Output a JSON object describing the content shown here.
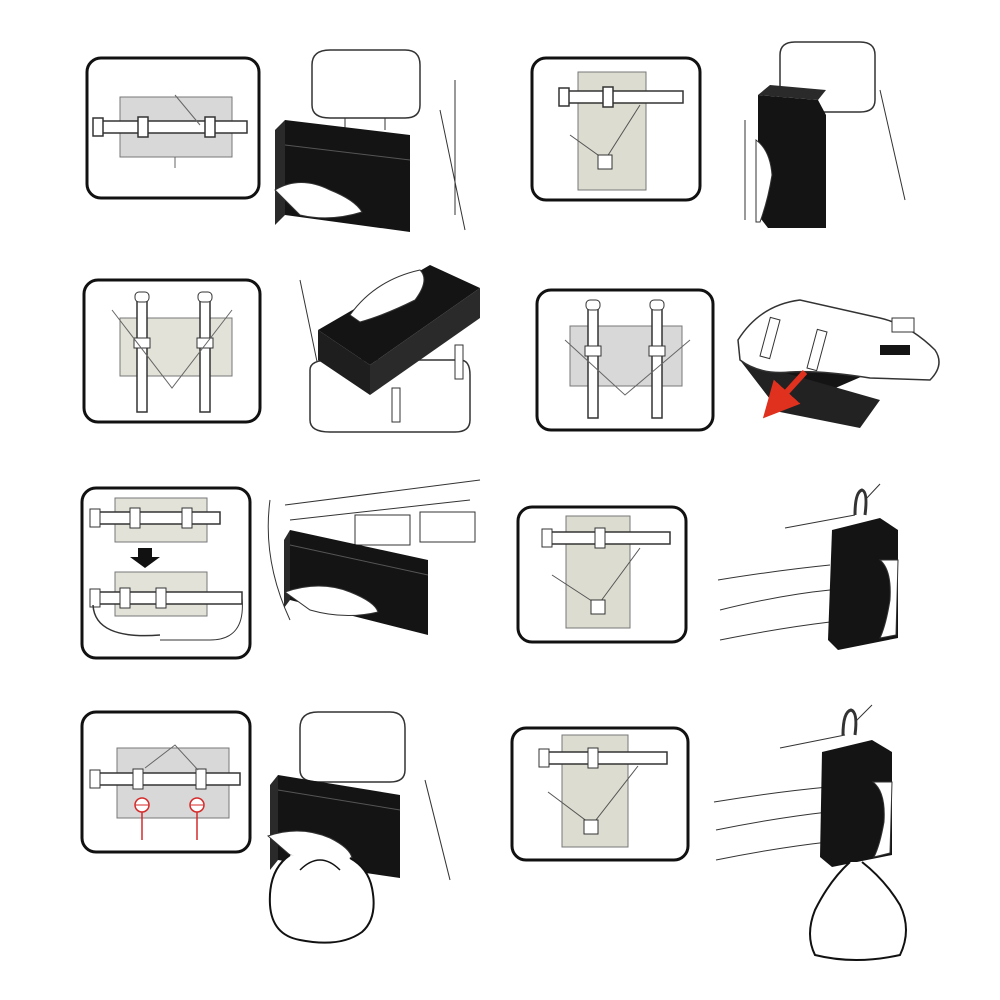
{
  "image": {
    "description_visible_text": [],
    "colors": {
      "ink": "#111111",
      "panel_fill": "#d8d8d8",
      "strap": "#ffffff",
      "box": "#141414",
      "arrow_red": "#e0301e",
      "accent_red": "#d42a2a"
    },
    "steps": [
      {
        "id": "step-1",
        "method": "headrest-strap-horizontal"
      },
      {
        "id": "step-2",
        "method": "headrest-strap-vertical-box"
      },
      {
        "id": "step-3",
        "method": "two-straps-seat-mount"
      },
      {
        "id": "step-4",
        "method": "two-straps-visor-mount"
      },
      {
        "id": "step-5",
        "method": "strap-loop-dashboard"
      },
      {
        "id": "step-6",
        "method": "hook-hanging-box"
      },
      {
        "id": "step-7",
        "method": "headrest-strap-with-bag-hooks"
      },
      {
        "id": "step-8",
        "method": "hook-hanging-box-with-bag"
      }
    ]
  }
}
